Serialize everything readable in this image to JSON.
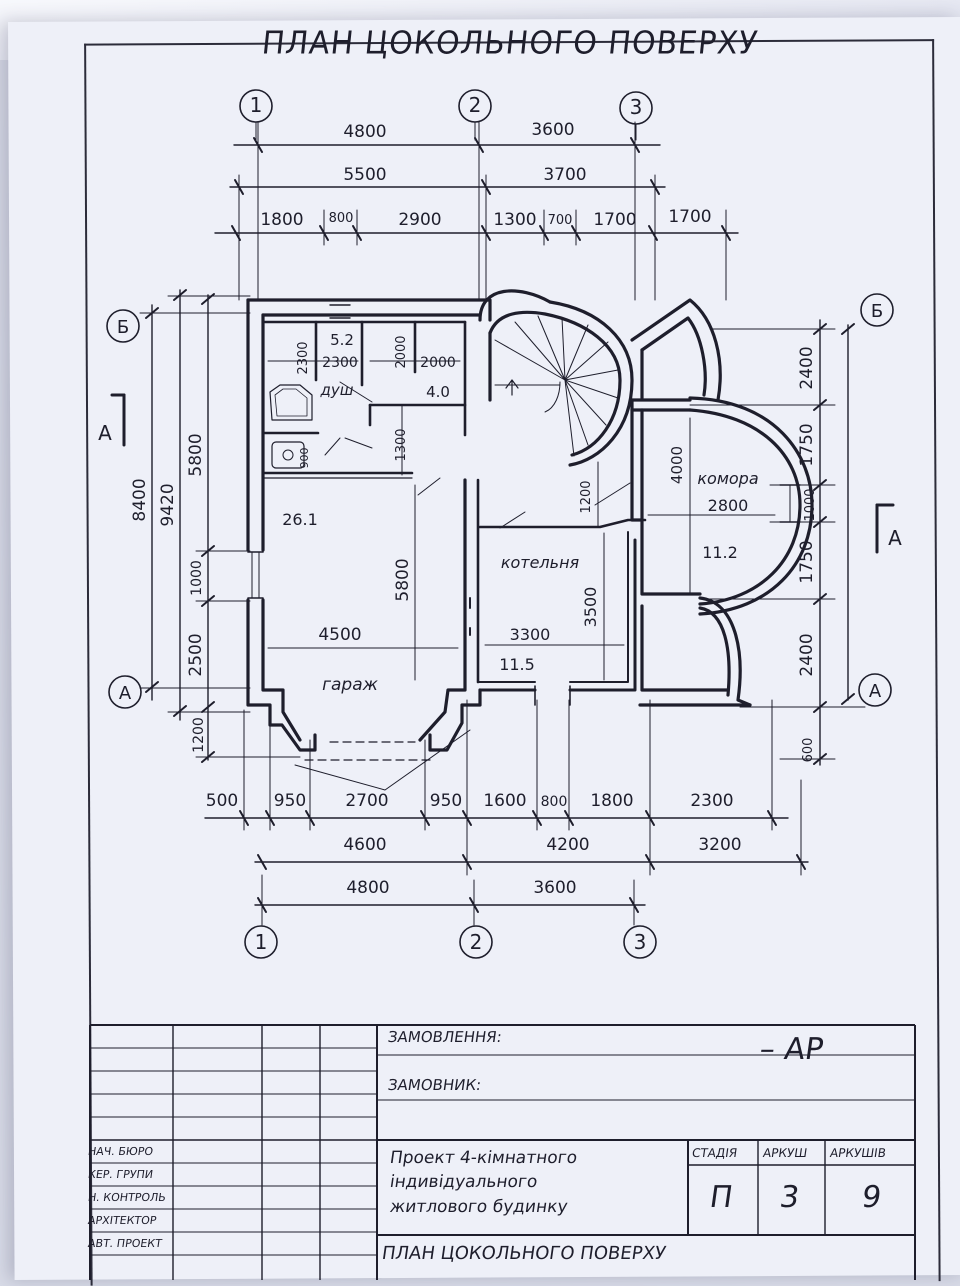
{
  "drawing": {
    "title": "ПЛАН ЦОКОЛЬНОГО ПОВЕРХУ",
    "axes_top": [
      "1",
      "2",
      "3"
    ],
    "axes_bottom": [
      "1",
      "2",
      "3"
    ],
    "axes_left": [
      "Б",
      "А"
    ],
    "axes_right": [
      "Б",
      "А"
    ],
    "section_marks": [
      "А",
      "А"
    ],
    "dims_top_row1": [
      "4800",
      "3600"
    ],
    "dims_top_row2": [
      "5500",
      "3700"
    ],
    "dims_top_row3": [
      "1800",
      "800",
      "2900",
      "1300",
      "700",
      "1700",
      "1700"
    ],
    "dims_bottom_row1": [
      "500",
      "950",
      "2700",
      "950",
      "1600",
      "800",
      "1800",
      "2300"
    ],
    "dims_bottom_row2": [
      "4600",
      "4200",
      "3200"
    ],
    "dims_bottom_row3": [
      "4800",
      "3600"
    ],
    "dims_left_outer": "8400",
    "dims_left_mid": "9420",
    "dims_left_inner": [
      "5800",
      "1000",
      "2500",
      "1200"
    ],
    "dims_right": [
      "2400",
      "1750",
      "1000",
      "1750",
      "2400",
      "600"
    ],
    "rooms": {
      "wc_area": "5.2",
      "wc_w1": "2300",
      "wc_h": "2300",
      "shower_label": "душ",
      "store_w": "2000",
      "store_h": "2000",
      "store_area": "4.0",
      "hall_h": "1300",
      "sink_w": "900",
      "garage_area": "26.1",
      "garage_w": "4500",
      "garage_h": "5800",
      "garage_label": "гараж",
      "boiler_label": "котельня",
      "boiler_w": "3300",
      "boiler_h": "3500",
      "boiler_area": "11.5",
      "door_gap": "1200",
      "pantry_label": "комора",
      "pantry_w": "2800",
      "pantry_h": "4000",
      "pantry_area": "11.2"
    }
  },
  "titleblock": {
    "order_label": "ЗАМОВЛЕННЯ:",
    "code": "– АР",
    "client_label": "ЗАМОВНИК:",
    "roles": [
      "НАЧ. БЮРО",
      "КЕР. ГРУПИ",
      "Н. КОНТРОЛЬ",
      "АРХІТЕКТОР",
      "АВТ. ПРОЕКТ"
    ],
    "project_line1": "Проект 4-кімнатного",
    "project_line2": "індивідуального",
    "project_line3": "житлового будинку",
    "stage_header": "СТАДІЯ",
    "sheet_header": "АРКУШ",
    "sheets_header": "АРКУШІВ",
    "stage_value": "П",
    "sheet_value": "3",
    "sheets_value": "9",
    "sheet_title": "ПЛАН ЦОКОЛЬНОГО ПОВЕРХУ"
  }
}
